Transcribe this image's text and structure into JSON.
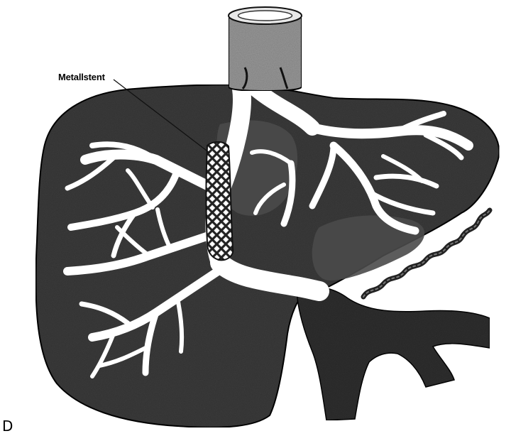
{
  "labels": {
    "stent_label": "Metallstent",
    "panel_letter": "D"
  },
  "colors": {
    "liver_fill": "#3d3d3d",
    "liver_fill_light": "#555555",
    "ducts": "#ffffff",
    "outline": "#111111",
    "tube_fill": "#9a9a9a",
    "background": "#ffffff"
  },
  "icons": [
    "liver-illustration",
    "bile-duct-tree",
    "metal-stent-mesh",
    "drainage-tube",
    "vessel"
  ]
}
